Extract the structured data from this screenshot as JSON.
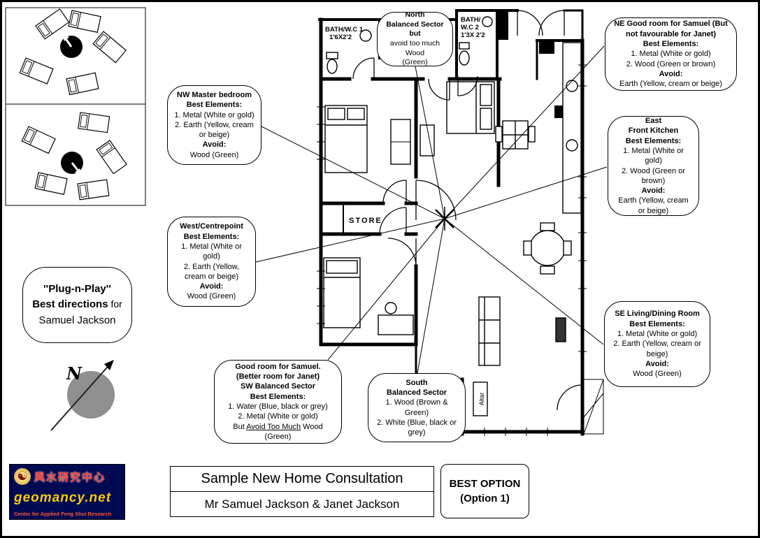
{
  "page": {
    "bg": "#ffffff",
    "border_color": "#000000"
  },
  "plug_callout": {
    "line1": "''Plug-n-Play''",
    "line2_bold": "Best directions",
    "line2_plain": " for",
    "line3": "Samuel Jackson"
  },
  "callouts": {
    "nw": {
      "title": "NW Master bedroom",
      "best_label": "Best Elements:",
      "item1": "1. Metal (White or gold)",
      "item2": "2. Earth (Yellow, cream or beige)",
      "avoid_label": "Avoid:",
      "avoid_value": "Wood (Green)"
    },
    "north": {
      "title": "North",
      "line1": "Balanced Sector but",
      "line2": "avoid too much Wood",
      "line3": "(Green)"
    },
    "ne": {
      "title1": "NE Good room for Samuel (But",
      "title2": "not favourable for Janet)",
      "best_label": "Best Elements:",
      "item1": "1. Metal (White or gold)",
      "item2": "2. Wood (Green or brown)",
      "avoid_label": "Avoid:",
      "avoid_value": "Earth (Yellow, cream or beige)"
    },
    "east": {
      "title1": "East",
      "title2": "Front Kitchen",
      "best_label": "Best Elements:",
      "item1": "1. Metal (White or gold)",
      "item2": "2. Wood (Green or brown)",
      "avoid_label": "Avoid:",
      "avoid_value": "Earth (Yellow, cream or beige)"
    },
    "west": {
      "title": "West/Centrepoint",
      "best_label": "Best Elements:",
      "item1": "1. Metal (White or gold)",
      "item2": "2. Earth (Yellow, cream or beige)",
      "avoid_label": "Avoid:",
      "avoid_value": "Wood (Green)"
    },
    "se": {
      "title": "SE Living/Dining Room",
      "best_label": "Best Elements:",
      "item1": "1. Metal (White or gold)",
      "item2": "2. Earth (Yellow, cream or beige)",
      "avoid_label": "Avoid:",
      "avoid_value": "Wood (Green)"
    },
    "sw": {
      "title1": "Good room for Samuel.",
      "title2": "(Better room for Janet)",
      "title3": "SW Balanced Sector",
      "best_label": "Best Elements:",
      "item1": "1. Water (Blue, black or grey)",
      "item2": "2. Metal (White or gold)",
      "but_prefix": "But ",
      "avoid_underline": "Avoid Too Much",
      "avoid_suffix": " Wood (Green)"
    },
    "south": {
      "title1": "South",
      "title2": "Balanced Sector",
      "item1": "1. Wood (Brown & Green)",
      "item2": "2. White (Blue, black or grey)"
    }
  },
  "plan_labels": {
    "bath1_line1": "BATH/W.C 1",
    "bath1_line2": "1'6X2'2",
    "bath2_line1": "BATH/",
    "bath2_line2": "W.C 2",
    "bath2_line3": "1'3X 2'2",
    "store": "STORE",
    "altar": "Altar"
  },
  "compass": {
    "north_label": "N"
  },
  "footer": {
    "logo": {
      "chinese": "风水研究中心",
      "name": "geomancy.net",
      "tagline": "Center for Applied Feng Shui Research",
      "bg": "#000a52"
    },
    "title": "Sample New Home Consultation",
    "subtitle": "Mr Samuel Jackson & Janet Jackson",
    "best_option_line1": "BEST OPTION",
    "best_option_line2": "(Option 1)"
  }
}
